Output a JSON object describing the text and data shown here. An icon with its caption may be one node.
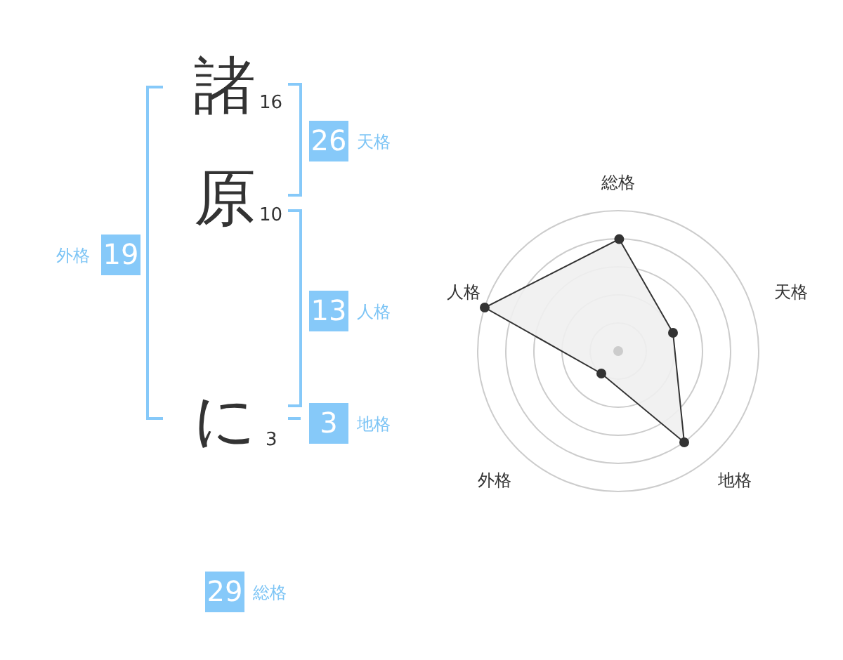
{
  "diagram": {
    "nodes": [
      {
        "text": [
          "26"
        ],
        "beside": [
          "天格"
        ]
      },
      {
        "text": [
          "19"
        ],
        "beside": [
          "外格"
        ]
      },
      {
        "text": [
          "13"
        ],
        "beside": [
          "人格"
        ]
      },
      {
        "text": [
          "3"
        ],
        "beside": [
          "地格"
        ]
      },
      {
        "text": [
          "29"
        ],
        "beside": [
          "総格"
        ]
      }
    ],
    "edges": [],
    "labels": [
      "諸",
      "16",
      "原",
      "10",
      "に",
      "3",
      "総格",
      "人格",
      "天格",
      "外格",
      "地格"
    ]
  }
}
